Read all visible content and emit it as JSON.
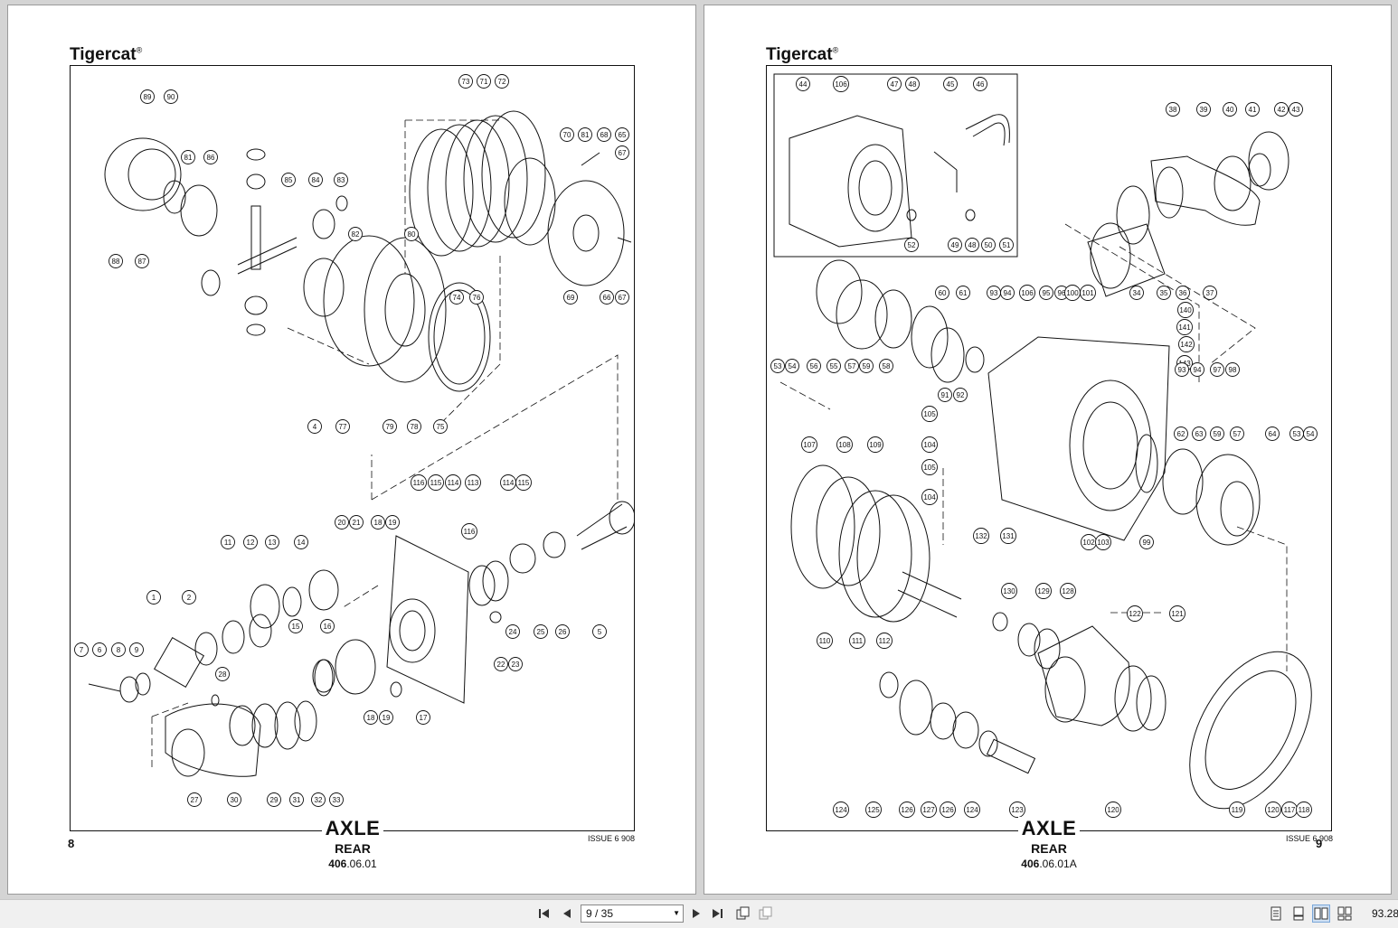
{
  "document": {
    "pages": [
      {
        "brand": "Tigercat",
        "brand_mark": "®",
        "title": "AXLE",
        "subtitle": "REAR",
        "code_bold": "406",
        "code_rest": ".06.01",
        "page_number": "8",
        "issue": "ISSUE 6 908",
        "callouts": [
          "89",
          "90",
          "81",
          "86",
          "85",
          "84",
          "83",
          "88",
          "87",
          "82",
          "80",
          "73",
          "71",
          "72",
          "70",
          "81",
          "68",
          "65",
          "67",
          "69",
          "66",
          "67",
          "76",
          "74",
          "4",
          "77",
          "79",
          "78",
          "75",
          "116",
          "115",
          "114",
          "113",
          "114",
          "115",
          "116",
          "20",
          "21",
          "18",
          "19",
          "11",
          "12",
          "13",
          "14",
          "1",
          "2",
          "7",
          "6",
          "8",
          "9",
          "28",
          "15",
          "16",
          "24",
          "25",
          "26",
          "5",
          "22",
          "23",
          "18",
          "19",
          "17",
          "27",
          "30",
          "29",
          "31",
          "32",
          "33"
        ]
      },
      {
        "brand": "Tigercat",
        "brand_mark": "®",
        "title": "AXLE",
        "subtitle": "REAR",
        "code_bold": "406",
        "code_rest": ".06.01A",
        "page_number": "9",
        "issue": "ISSUE 6 908",
        "callouts": [
          "44",
          "106",
          "47",
          "48",
          "45",
          "46",
          "52",
          "49",
          "48",
          "50",
          "51",
          "38",
          "39",
          "40",
          "41",
          "42",
          "43",
          "34",
          "35",
          "36",
          "37",
          "53",
          "54",
          "56",
          "55",
          "57",
          "59",
          "58",
          "60",
          "61",
          "93",
          "94",
          "106",
          "95",
          "96",
          "100",
          "101",
          "140",
          "141",
          "142",
          "143",
          "91",
          "92",
          "93",
          "94",
          "97",
          "98",
          "105",
          "104",
          "105",
          "104",
          "62",
          "63",
          "59",
          "57",
          "64",
          "53",
          "54",
          "107",
          "108",
          "109",
          "99",
          "102",
          "103",
          "132",
          "131",
          "130",
          "129",
          "128",
          "122",
          "121",
          "110",
          "111",
          "112",
          "124",
          "125",
          "126",
          "127",
          "126",
          "124",
          "123",
          "120",
          "119",
          "120",
          "117",
          "118"
        ]
      }
    ]
  },
  "toolbar": {
    "page_field": "9 / 35",
    "zoom": "93.28",
    "icons": [
      "first-page-icon",
      "prev-page-icon",
      "next-page-icon",
      "last-page-icon",
      "rotate-icon",
      "fit-icon",
      "single-page-icon",
      "continuous-icon",
      "facing-icon",
      "facing-continuous-icon"
    ]
  }
}
